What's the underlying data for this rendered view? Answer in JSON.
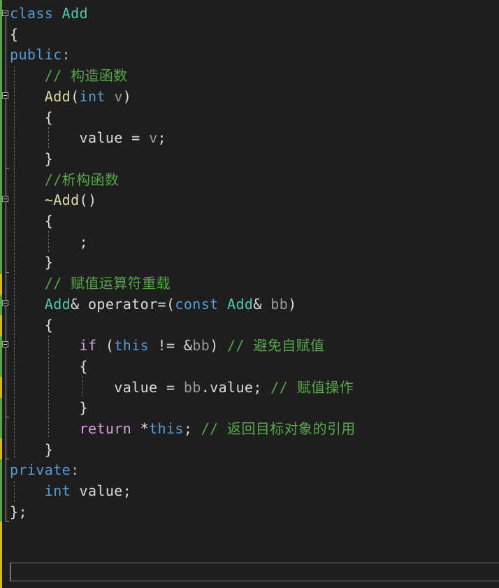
{
  "editor": {
    "colors": {
      "background": "#1e1e1e",
      "keyword": "#569cd6",
      "type": "#4ec9b0",
      "function": "#dcdcaa",
      "comment": "#57a64a",
      "control": "#d8a0df",
      "parameter": "#9a9a9a",
      "text": "#dcdcdc",
      "changebar_saved": "#57a64a",
      "changebar_unsaved": "#d7ba0f"
    },
    "lines": [
      {
        "tokens": [
          {
            "t": "class ",
            "c": "kw"
          },
          {
            "t": "Add",
            "c": "ty"
          }
        ]
      },
      {
        "tokens": [
          {
            "t": "{",
            "c": "br"
          }
        ]
      },
      {
        "tokens": [
          {
            "t": "public",
            "c": "kw"
          },
          {
            "t": ":",
            "c": "punc"
          }
        ]
      },
      {
        "tokens": [
          {
            "t": "    // 构造函数",
            "c": "cm"
          }
        ]
      },
      {
        "tokens": [
          {
            "t": "    Add",
            "c": "fn"
          },
          {
            "t": "(",
            "c": "br"
          },
          {
            "t": "int ",
            "c": "kw"
          },
          {
            "t": "v",
            "c": "pm"
          },
          {
            "t": ")",
            "c": "br"
          }
        ]
      },
      {
        "tokens": [
          {
            "t": "    {",
            "c": "br"
          }
        ]
      },
      {
        "tokens": [
          {
            "t": "        value = ",
            "c": "br"
          },
          {
            "t": "v",
            "c": "pm"
          },
          {
            "t": ";",
            "c": "br"
          }
        ]
      },
      {
        "tokens": [
          {
            "t": "    }",
            "c": "br"
          }
        ]
      },
      {
        "tokens": [
          {
            "t": "    //析构函数",
            "c": "cm"
          }
        ]
      },
      {
        "tokens": [
          {
            "t": "    ~Add",
            "c": "fn"
          },
          {
            "t": "()",
            "c": "br"
          }
        ]
      },
      {
        "tokens": [
          {
            "t": "    {",
            "c": "br"
          }
        ]
      },
      {
        "tokens": [
          {
            "t": "        ;",
            "c": "br"
          }
        ]
      },
      {
        "tokens": [
          {
            "t": "    }",
            "c": "br"
          }
        ]
      },
      {
        "tokens": [
          {
            "t": "    // 赋值运算符重载",
            "c": "cm"
          }
        ]
      },
      {
        "tokens": [
          {
            "t": "    Add",
            "c": "ty"
          },
          {
            "t": "& operator=(",
            "c": "br"
          },
          {
            "t": "const ",
            "c": "kw"
          },
          {
            "t": "Add",
            "c": "ty"
          },
          {
            "t": "& ",
            "c": "br"
          },
          {
            "t": "bb",
            "c": "pm"
          },
          {
            "t": ")",
            "c": "br"
          }
        ]
      },
      {
        "tokens": [
          {
            "t": "    {",
            "c": "br"
          }
        ]
      },
      {
        "tokens": [
          {
            "t": "        if ",
            "c": "ctl"
          },
          {
            "t": "(",
            "c": "br"
          },
          {
            "t": "this",
            "c": "kw"
          },
          {
            "t": " != &",
            "c": "br"
          },
          {
            "t": "bb",
            "c": "pm"
          },
          {
            "t": ") ",
            "c": "br"
          },
          {
            "t": "// 避免自赋值",
            "c": "cm"
          }
        ]
      },
      {
        "tokens": [
          {
            "t": "        {",
            "c": "br"
          }
        ]
      },
      {
        "tokens": [
          {
            "t": "            value = ",
            "c": "br"
          },
          {
            "t": "bb",
            "c": "pm"
          },
          {
            "t": ".value; ",
            "c": "br"
          },
          {
            "t": "// 赋值操作",
            "c": "cm"
          }
        ]
      },
      {
        "tokens": [
          {
            "t": "        }",
            "c": "br"
          }
        ]
      },
      {
        "tokens": [
          {
            "t": "        return ",
            "c": "ctl"
          },
          {
            "t": "*",
            "c": "br"
          },
          {
            "t": "this",
            "c": "kw"
          },
          {
            "t": "; ",
            "c": "br"
          },
          {
            "t": "// 返回目标对象的引用",
            "c": "cm"
          }
        ]
      },
      {
        "tokens": [
          {
            "t": "    }",
            "c": "br"
          }
        ]
      },
      {
        "tokens": [
          {
            "t": "private",
            "c": "kw"
          },
          {
            "t": ":",
            "c": "punc"
          }
        ]
      },
      {
        "tokens": [
          {
            "t": "    int ",
            "c": "kw"
          },
          {
            "t": "value;",
            "c": "br"
          }
        ]
      },
      {
        "tokens": [
          {
            "t": "};",
            "c": "br"
          }
        ]
      }
    ],
    "fold_markers_at_lines": [
      0,
      4,
      9,
      14,
      16
    ],
    "find_box": {
      "value": ""
    }
  }
}
